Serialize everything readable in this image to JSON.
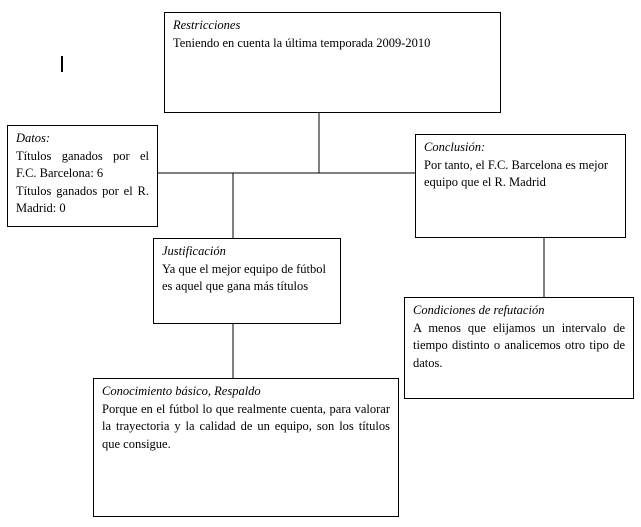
{
  "boxes": {
    "restricciones": {
      "title": "Restricciones",
      "body": "Teniendo en cuenta la última temporada 2009-2010"
    },
    "datos": {
      "title": "Datos:",
      "body": "Títulos ganados por el F.C. Barcelona: 6\nTítulos ganados por el R. Madrid: 0"
    },
    "conclusion": {
      "title": "Conclusión:",
      "body": "Por tanto, el F.C. Barcelona es mejor equipo que el R. Madrid"
    },
    "justificacion": {
      "title": "Justificación",
      "body": "Ya que el mejor equipo de fútbol es aquel que gana más títulos"
    },
    "refutacion": {
      "title": "Condiciones de refutación",
      "body": "A menos que elijamos un intervalo de tiempo distinto o analicemos otro tipo de datos."
    },
    "respaldo": {
      "title": "Conocimiento básico, Respaldo",
      "body": "Porque en el fútbol lo que realmente cuenta, para valorar la trayectoria y la calidad de un equipo, son los títulos que consigue."
    }
  }
}
